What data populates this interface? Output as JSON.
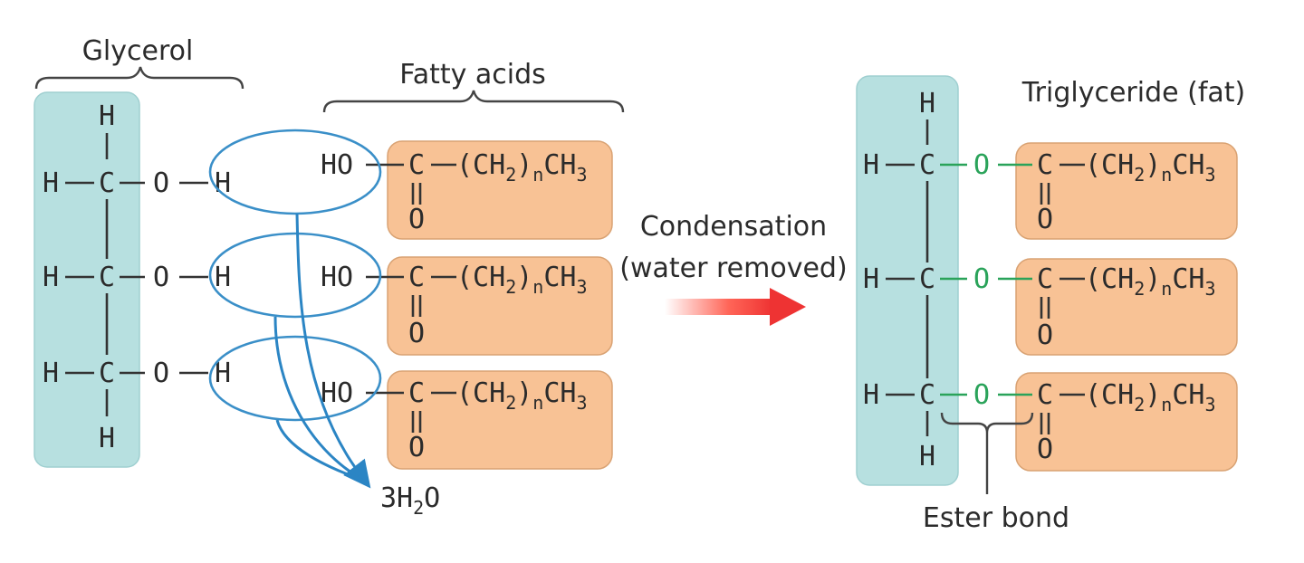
{
  "labels": {
    "glycerol": "Glycerol",
    "fatty_acids": "Fatty acids",
    "triglyceride": "Triglyceride (fat)",
    "condensation": "Condensation",
    "water_removed": "(water removed)",
    "ester_bond": "Ester bond",
    "water_product_main": "3H",
    "water_product_sub": "2",
    "water_product_end": "O"
  },
  "atoms": {
    "H": "H",
    "C": "C",
    "O": "O",
    "HO": "HO",
    "chain_open": "(CH",
    "chain_sub2": "2",
    "chain_close": ")",
    "chain_subn": "n",
    "chain_end": "CH",
    "chain_sub3": "3",
    "double_bond": "‖"
  },
  "colors": {
    "glycerol_fill": "#b7e0e0",
    "fatty_acid_fill": "#f8c295",
    "ester_oxygen": "#2aa35a",
    "water_arrows": "#2b85c4",
    "condensation_arrow": "#ee3333"
  }
}
